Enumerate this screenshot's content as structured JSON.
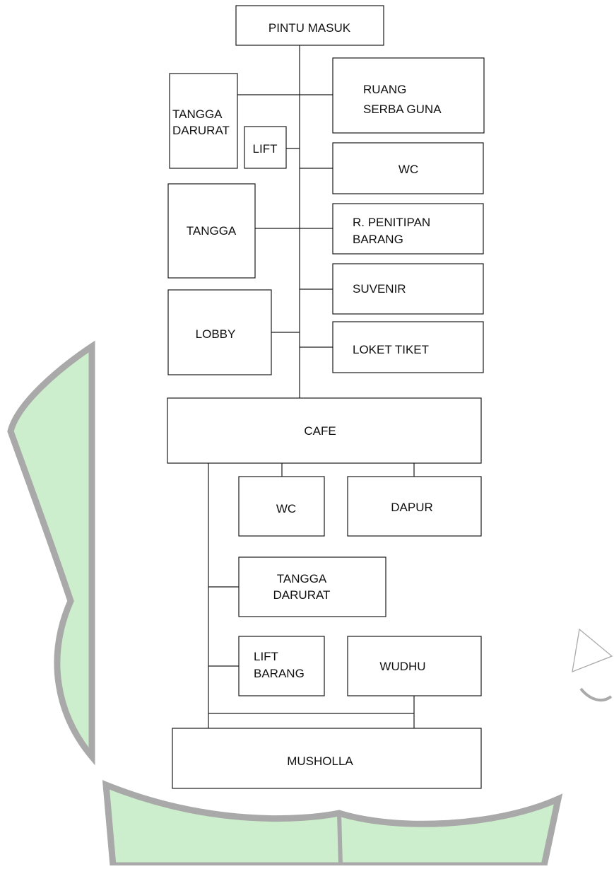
{
  "diagram": {
    "nodes": {
      "pintu_masuk": [
        "PINTU MASUK"
      ],
      "ruang_serba_guna": [
        "RUANG",
        "SERBA GUNA"
      ],
      "tangga_darurat_top": [
        "TANGGA",
        "DARURAT"
      ],
      "lift": [
        "LIFT"
      ],
      "wc_top": [
        "WC"
      ],
      "tangga": [
        "TANGGA"
      ],
      "penitipan_barang": [
        "R. PENITIPAN",
        "BARANG"
      ],
      "suvenir": [
        "SUVENIR"
      ],
      "lobby": [
        "LOBBY"
      ],
      "loket_tiket": [
        "LOKET TIKET"
      ],
      "cafe": [
        "CAFE"
      ],
      "wc_bottom": [
        "WC"
      ],
      "dapur": [
        "DAPUR"
      ],
      "tangga_darurat_bottom": [
        "TANGGA",
        "DARURAT"
      ],
      "lift_barang": [
        "LIFT",
        "BARANG"
      ],
      "wudhu": [
        "WUDHU"
      ],
      "musholla": [
        "MUSHOLLA"
      ]
    }
  }
}
